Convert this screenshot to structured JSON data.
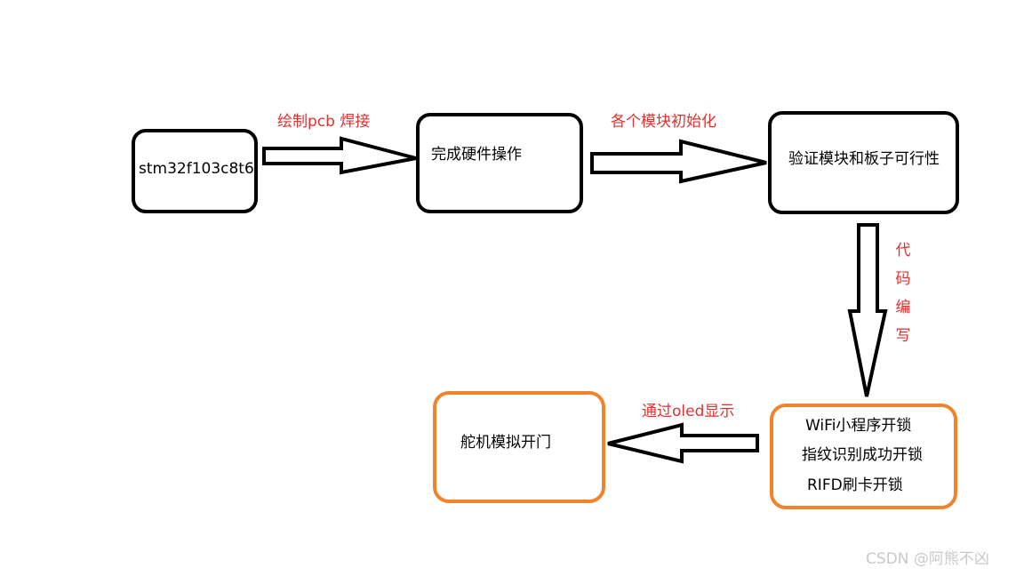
{
  "nodes": {
    "mcu": "stm32f103c8t6",
    "hardware": "完成硬件操作",
    "verify": "验证模块和板子可行性",
    "unlock_methods": [
      "WiFi小程序开锁",
      "指纹识别成功开锁",
      "RIFD刷卡开锁"
    ],
    "servo": "舵机模拟开门"
  },
  "edges": {
    "mcu_to_hardware": "绘制pcb 焊接",
    "hardware_to_verify": "各个模块初始化",
    "verify_to_unlock": [
      "代",
      "码",
      "编",
      "写"
    ],
    "unlock_to_servo": "通过oled显示"
  },
  "watermark": "CSDN @阿熊不凶",
  "colors": {
    "box_border": "#000000",
    "orange_border": "#f0842c",
    "label": "#e0312f",
    "watermark": "#c9c9c9"
  }
}
